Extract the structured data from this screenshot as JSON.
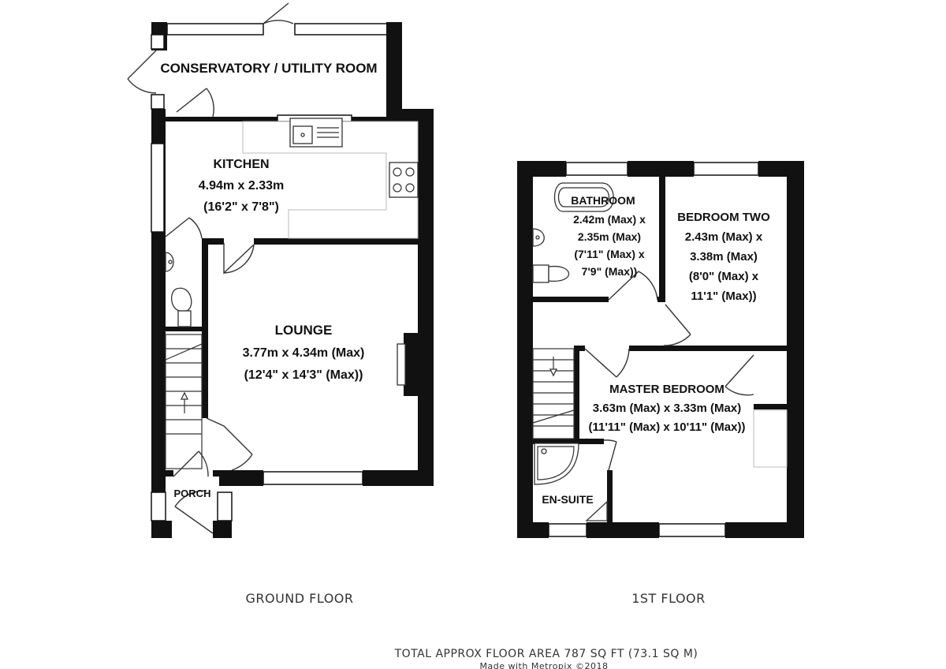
{
  "ground_floor": {
    "label": "GROUND FLOOR",
    "rooms": {
      "conservatory": {
        "name": "CONSERVATORY / UTILITY ROOM"
      },
      "kitchen": {
        "name": "KITCHEN",
        "size_m": "4.94m x 2.33m",
        "size_ft": "(16'2\" x 7'8\")"
      },
      "lounge": {
        "name": "LOUNGE",
        "size_m": "3.77m x 4.34m (Max)",
        "size_ft": "(12'4\" x 14'3\" (Max))"
      },
      "porch": {
        "name": "PORCH"
      }
    }
  },
  "first_floor": {
    "label": "1ST FLOOR",
    "rooms": {
      "bathroom": {
        "name": "BATHROOM",
        "line1": "2.42m (Max) x",
        "line2": "2.35m (Max)",
        "line3": "(7'11\" (Max) x",
        "line4": "7'9\" (Max))"
      },
      "bedroom_two": {
        "name": "BEDROOM TWO",
        "line1": "2.43m (Max) x",
        "line2": "3.38m (Max)",
        "line3": "(8'0\" (Max) x",
        "line4": "11'1\" (Max))"
      },
      "master_bedroom": {
        "name": "MASTER BEDROOM",
        "size_m": "3.63m (Max) x 3.33m (Max)",
        "size_ft": "(11'11\" (Max) x 10'11\" (Max))"
      },
      "en_suite": {
        "name": "EN-SUITE"
      }
    }
  },
  "footer": {
    "total_area": "TOTAL APPROX FLOOR AREA 787 SQ FT (73.1 SQ M)",
    "credit": "Made with Metropix ©2018"
  }
}
